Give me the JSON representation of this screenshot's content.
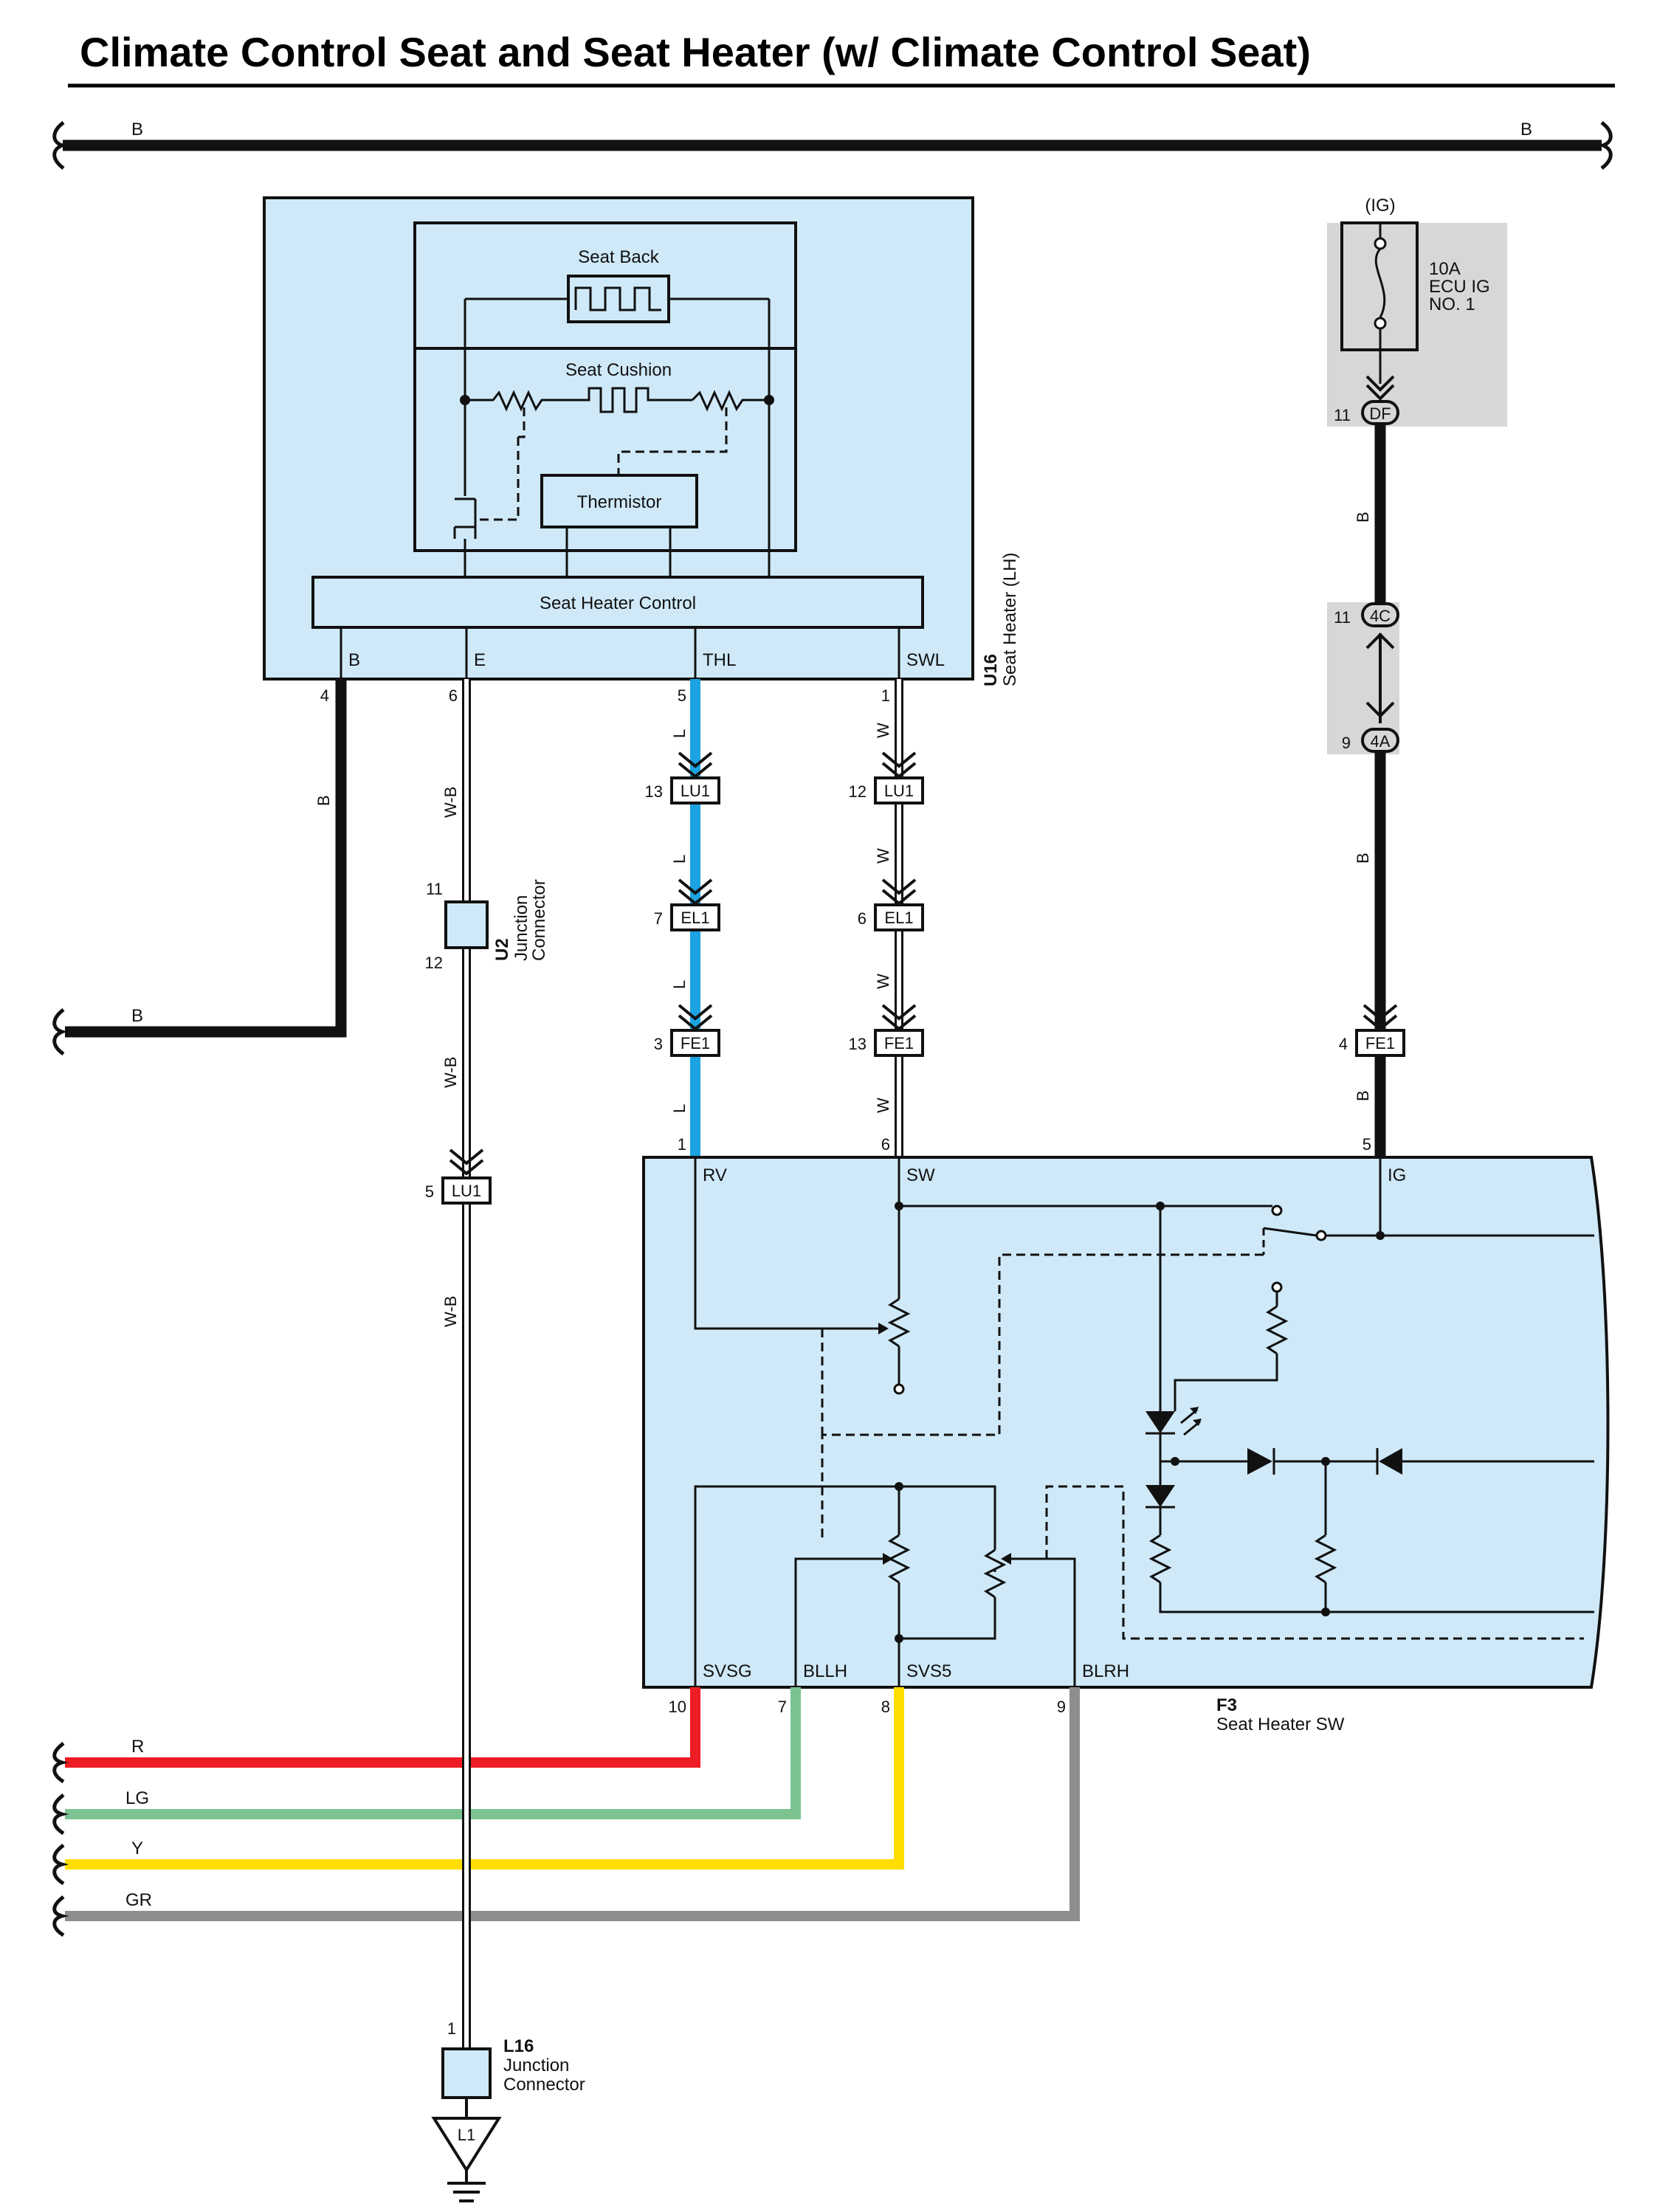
{
  "title": "Climate Control Seat and Seat Heater (w/ Climate Control Seat)",
  "colors": {
    "panel_blue": "#cfe9f8",
    "fuse_grey": "#d7d7d9",
    "wire_B": "#111111",
    "wire_L": "#1ba3e2",
    "wire_R": "#ee1c24",
    "wire_LG": "#7cc391",
    "wire_Y": "#ffdd00",
    "wire_GR": "#8e8e91",
    "wire_W": "#ffffff"
  },
  "bus": {
    "left_label": "B",
    "right_label": "B"
  },
  "seat_heater": {
    "id": "U16",
    "name": "Seat Heater (LH)",
    "seat_back": "Seat Back",
    "seat_cushion": "Seat Cushion",
    "thermistor": "Thermistor",
    "control": "Seat Heater Control",
    "terminals": [
      {
        "name": "B",
        "pin": "4"
      },
      {
        "name": "E",
        "pin": "6"
      },
      {
        "name": "THL",
        "pin": "5"
      },
      {
        "name": "SWL",
        "pin": "1"
      }
    ]
  },
  "fuse": {
    "source": "(IG)",
    "rating": "10A",
    "name_line1": "ECU IG",
    "name_line2": "NO. 1",
    "out_pin": "11",
    "out_conn": "DF"
  },
  "ig_wire": {
    "color_label_top": "B",
    "junction_top_pin": "11",
    "junction_top": "4C",
    "junction_bottom_pin": "9",
    "junction_bottom": "4A",
    "color_label_bottom": "B",
    "fe1_pin": "4",
    "fe1": "FE1",
    "color_label_end": "B",
    "sw_pin": "5"
  },
  "wire_B_left": {
    "label": "B",
    "end_label": "B"
  },
  "ground_wire": {
    "label_1": "W-B",
    "junction": {
      "id": "U2",
      "line1": "Junction",
      "line2": "Connector",
      "pin_top": "11",
      "pin_bottom": "12"
    },
    "label_2": "W-B",
    "lu1_pin": "5",
    "lu1": "LU1",
    "label_3": "W-B",
    "l16": {
      "id": "L16",
      "line1": "Junction",
      "line2": "Connector",
      "pin": "1"
    },
    "ground": "L1"
  },
  "thl_wire": {
    "labels": [
      "L",
      "L",
      "L",
      "L"
    ],
    "connectors": [
      {
        "pin": "13",
        "id": "LU1"
      },
      {
        "pin": "7",
        "id": "EL1"
      },
      {
        "pin": "3",
        "id": "FE1"
      }
    ],
    "sw_pin": "1"
  },
  "swl_wire": {
    "labels": [
      "W",
      "W",
      "W",
      "W"
    ],
    "connectors": [
      {
        "pin": "12",
        "id": "LU1"
      },
      {
        "pin": "6",
        "id": "EL1"
      },
      {
        "pin": "13",
        "id": "FE1"
      }
    ],
    "sw_pin": "6"
  },
  "seat_heater_sw": {
    "id": "F3",
    "name": "Seat Heater SW",
    "top_terminals": [
      "RV",
      "SW",
      "IG"
    ],
    "bottom_terminals": [
      {
        "name": "SVSG",
        "pin": "10"
      },
      {
        "name": "BLLH",
        "pin": "7"
      },
      {
        "name": "SVS5",
        "pin": "8"
      },
      {
        "name": "BLRH",
        "pin": "9"
      }
    ]
  },
  "bottom_wires": [
    {
      "label": "R"
    },
    {
      "label": "LG"
    },
    {
      "label": "Y"
    },
    {
      "label": "GR"
    }
  ]
}
